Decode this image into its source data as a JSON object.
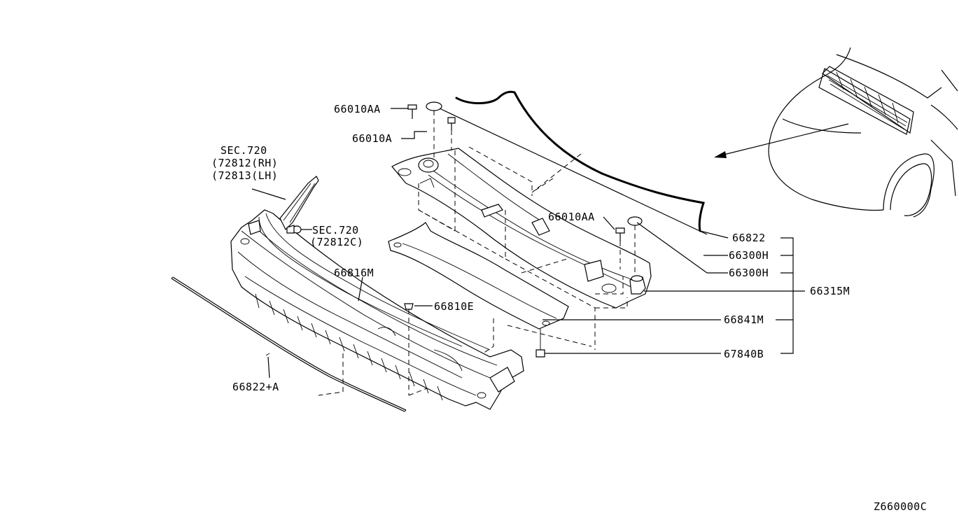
{
  "diagram_code": "Z660000C",
  "callouts": {
    "c66010AA_top": "66010AA",
    "c66010A": "66010A",
    "c66010AA_right": "66010AA",
    "c66822": "66822",
    "c66300H_1": "66300H",
    "c66300H_2": "66300H",
    "c66315M": "66315M",
    "c66841M": "66841M",
    "c67840B": "67840B",
    "c66816M": "66816M",
    "c66810E": "66810E",
    "c66822A": "66822+A"
  },
  "sec_ref_upper": {
    "line1": "SEC.720",
    "line2": "(72812(RH)",
    "line3": "(72813(LH)"
  },
  "sec_ref_lower": {
    "line1": "SEC.720",
    "line2": "(72812C)"
  }
}
